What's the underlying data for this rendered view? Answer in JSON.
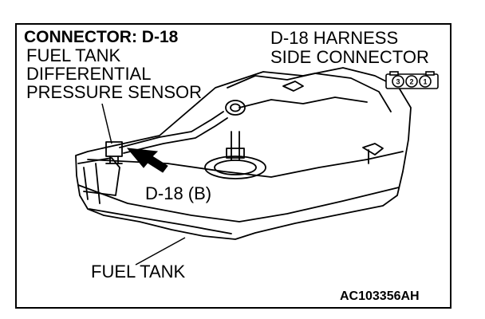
{
  "title": "CONNECTOR: D-18",
  "sensor_label": [
    "FUEL TANK",
    "DIFFERENTIAL",
    "PRESSURE SENSOR"
  ],
  "harness_label": [
    "D-18 HARNESS",
    "SIDE CONNECTOR"
  ],
  "connector_pins": [
    "3",
    "2",
    "1"
  ],
  "connector_callout": "D-18 (B)",
  "tank_label": "FUEL TANK",
  "figure_code": "AC103356AH"
}
